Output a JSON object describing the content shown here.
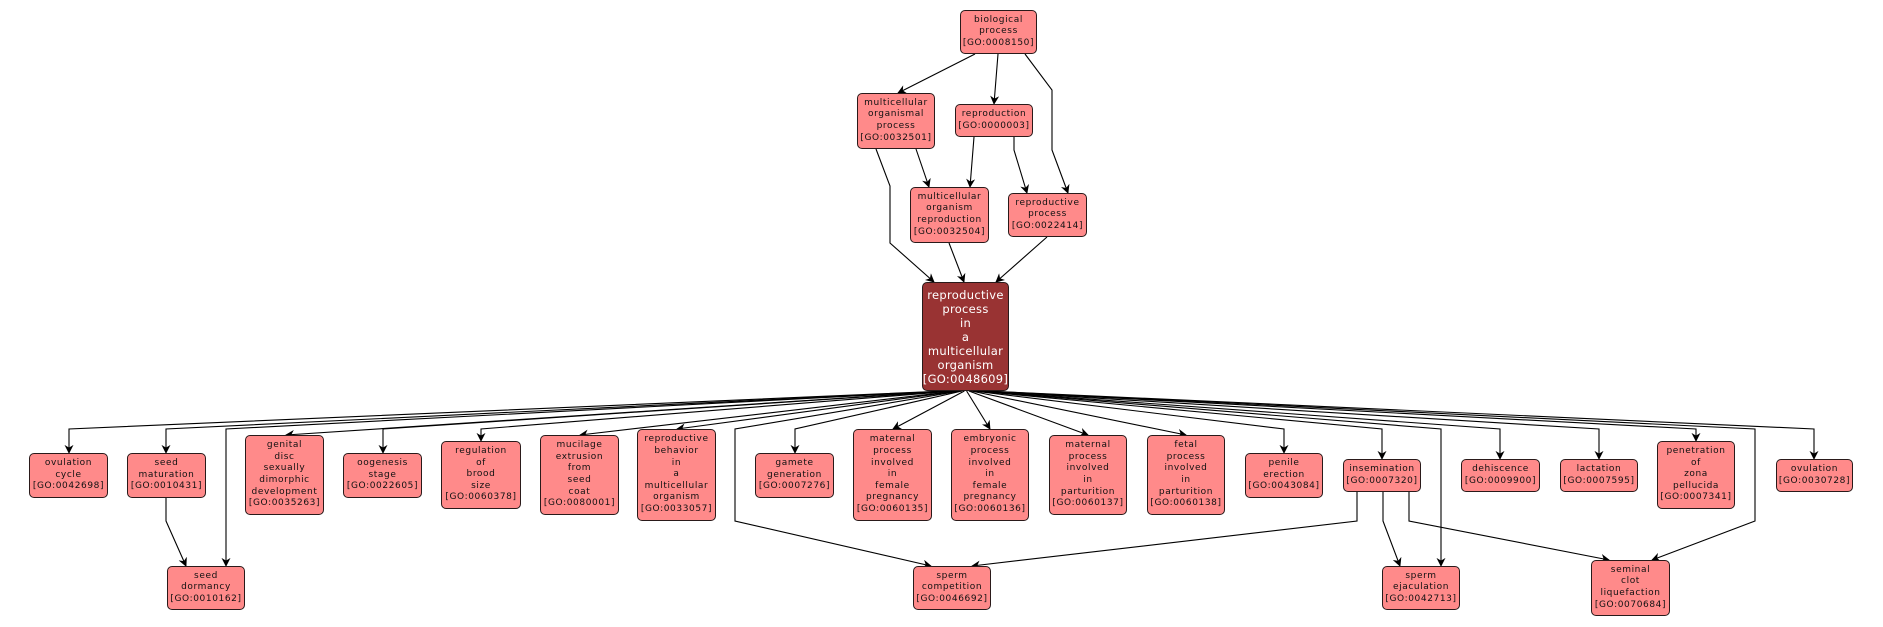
{
  "colors": {
    "node_fill": "#ff8a8a",
    "focus_fill": "#993333",
    "focus_text": "#ffffff",
    "edge": "#000000",
    "border": "#2a1a1a"
  },
  "nodes": [
    {
      "id": "GO:0008150",
      "label": "biological\nprocess",
      "term": "[GO:0008150]"
    },
    {
      "id": "GO:0032501",
      "label": "multicellular\norganismal\nprocess",
      "term": "[GO:0032501]"
    },
    {
      "id": "GO:0000003",
      "label": "reproduction",
      "term": "[GO:0000003]"
    },
    {
      "id": "GO:0032504",
      "label": "multicellular\norganism\nreproduction",
      "term": "[GO:0032504]"
    },
    {
      "id": "GO:0022414",
      "label": "reproductive\nprocess",
      "term": "[GO:0022414]"
    },
    {
      "id": "GO:0048609",
      "label": "reproductive\nprocess\nin\na\nmulticellular\norganism",
      "term": "[GO:0048609]",
      "focus": true
    },
    {
      "id": "GO:0042698",
      "label": "ovulation\ncycle",
      "term": "[GO:0042698]"
    },
    {
      "id": "GO:0010431",
      "label": "seed\nmaturation",
      "term": "[GO:0010431]"
    },
    {
      "id": "GO:0035263",
      "label": "genital\ndisc\nsexually\ndimorphic\ndevelopment",
      "term": "[GO:0035263]"
    },
    {
      "id": "GO:0022605",
      "label": "oogenesis\nstage",
      "term": "[GO:0022605]"
    },
    {
      "id": "GO:0060378",
      "label": "regulation\nof\nbrood\nsize",
      "term": "[GO:0060378]"
    },
    {
      "id": "GO:0080001",
      "label": "mucilage\nextrusion\nfrom\nseed\ncoat",
      "term": "[GO:0080001]"
    },
    {
      "id": "GO:0033057",
      "label": "reproductive\nbehavior\nin\na\nmulticellular\norganism",
      "term": "[GO:0033057]"
    },
    {
      "id": "GO:0007276",
      "label": "gamete\ngeneration",
      "term": "[GO:0007276]"
    },
    {
      "id": "GO:0060135",
      "label": "maternal\nprocess\ninvolved\nin\nfemale\npregnancy",
      "term": "[GO:0060135]"
    },
    {
      "id": "GO:0060136",
      "label": "embryonic\nprocess\ninvolved\nin\nfemale\npregnancy",
      "term": "[GO:0060136]"
    },
    {
      "id": "GO:0060137",
      "label": "maternal\nprocess\ninvolved\nin\nparturition",
      "term": "[GO:0060137]"
    },
    {
      "id": "GO:0060138",
      "label": "fetal\nprocess\ninvolved\nin\nparturition",
      "term": "[GO:0060138]"
    },
    {
      "id": "GO:0043084",
      "label": "penile\nerection",
      "term": "[GO:0043084]"
    },
    {
      "id": "GO:0007320",
      "label": "insemination",
      "term": "[GO:0007320]"
    },
    {
      "id": "GO:0009900",
      "label": "dehiscence",
      "term": "[GO:0009900]"
    },
    {
      "id": "GO:0007595",
      "label": "lactation",
      "term": "[GO:0007595]"
    },
    {
      "id": "GO:0007341",
      "label": "penetration\nof\nzona\npellucida",
      "term": "[GO:0007341]"
    },
    {
      "id": "GO:0030728",
      "label": "ovulation",
      "term": "[GO:0030728]"
    },
    {
      "id": "GO:0010162",
      "label": "seed\ndormancy",
      "term": "[GO:0010162]"
    },
    {
      "id": "GO:0046692",
      "label": "sperm\ncompetition",
      "term": "[GO:0046692]"
    },
    {
      "id": "GO:0042713",
      "label": "sperm\nejaculation",
      "term": "[GO:0042713]"
    },
    {
      "id": "GO:0070684",
      "label": "seminal\nclot\nliquefaction",
      "term": "[GO:0070684]"
    }
  ],
  "edges": [
    {
      "from": "GO:0008150",
      "to": "GO:0032501"
    },
    {
      "from": "GO:0008150",
      "to": "GO:0000003"
    },
    {
      "from": "GO:0008150",
      "to": "GO:0022414"
    },
    {
      "from": "GO:0032501",
      "to": "GO:0032504"
    },
    {
      "from": "GO:0032501",
      "to": "GO:0048609"
    },
    {
      "from": "GO:0000003",
      "to": "GO:0032504"
    },
    {
      "from": "GO:0000003",
      "to": "GO:0022414"
    },
    {
      "from": "GO:0032504",
      "to": "GO:0048609"
    },
    {
      "from": "GO:0022414",
      "to": "GO:0048609"
    },
    {
      "from": "GO:0048609",
      "to": "GO:0042698"
    },
    {
      "from": "GO:0048609",
      "to": "GO:0010431"
    },
    {
      "from": "GO:0048609",
      "to": "GO:0010162"
    },
    {
      "from": "GO:0048609",
      "to": "GO:0035263"
    },
    {
      "from": "GO:0048609",
      "to": "GO:0022605"
    },
    {
      "from": "GO:0048609",
      "to": "GO:0060378"
    },
    {
      "from": "GO:0048609",
      "to": "GO:0080001"
    },
    {
      "from": "GO:0048609",
      "to": "GO:0033057"
    },
    {
      "from": "GO:0048609",
      "to": "GO:0046692"
    },
    {
      "from": "GO:0048609",
      "to": "GO:0007276"
    },
    {
      "from": "GO:0048609",
      "to": "GO:0060135"
    },
    {
      "from": "GO:0048609",
      "to": "GO:0060136"
    },
    {
      "from": "GO:0048609",
      "to": "GO:0060137"
    },
    {
      "from": "GO:0048609",
      "to": "GO:0060138"
    },
    {
      "from": "GO:0048609",
      "to": "GO:0043084"
    },
    {
      "from": "GO:0048609",
      "to": "GO:0007320"
    },
    {
      "from": "GO:0048609",
      "to": "GO:0042713"
    },
    {
      "from": "GO:0048609",
      "to": "GO:0009900"
    },
    {
      "from": "GO:0048609",
      "to": "GO:0007595"
    },
    {
      "from": "GO:0048609",
      "to": "GO:0007341"
    },
    {
      "from": "GO:0048609",
      "to": "GO:0070684"
    },
    {
      "from": "GO:0048609",
      "to": "GO:0030728"
    },
    {
      "from": "GO:0010431",
      "to": "GO:0010162"
    },
    {
      "from": "GO:0007320",
      "to": "GO:0046692"
    },
    {
      "from": "GO:0007320",
      "to": "GO:0042713"
    },
    {
      "from": "GO:0007320",
      "to": "GO:0070684"
    }
  ]
}
